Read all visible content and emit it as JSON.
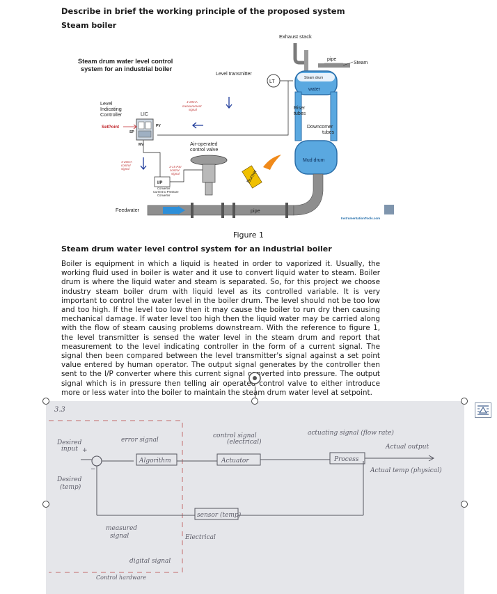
{
  "document": {
    "heading": "Describe in brief the working principle of the proposed system",
    "subheading": "Steam boiler",
    "figure_caption": "Figure 1",
    "figure_title": "Steam drum water level control system for an industrial boiler",
    "paragraph": "Boiler is equipment in which a liquid is heated in order to vaporized it. Usually, the working fluid used in boiler is water and it use to convert liquid water to steam. Boiler drum is where the liquid water and steam is separated. So, for this project we choose industry steam boiler drum with liquid level as its controlled variable. It is very important to control the water level in the boiler drum. The level should not be too low and too high. If the level too low then it may cause the boiler to run dry then causing mechanical damage. If water level too high then the liquid water may be carried along with the flow of steam causing problems downstream. With the reference to figure 1, the level transmitter is sensed the water level in the steam drum and report that measurement to the level indicating controller in the form of a current signal. The signal then been compared between the level transmitter's signal against a set point value entered by human operator. The output signal generates by the controller then sent to the I/P converter where this current signal converted into pressure. The output signal which is in pressure then telling air operated control valve to either introduce more or less water into the boiler to maintain the steam drum water level at setpoint."
  },
  "diagram": {
    "title_line1": "Steam drum water level control",
    "title_line2": "system for an industrial boiler",
    "exhaust_stack": "Exhaust stack",
    "pipe_top": "pipe",
    "steam": "Steam",
    "level_transmitter": "Level transmitter",
    "lt": "LT",
    "steam_drum": "Steam drum",
    "water": "water",
    "riser_tubes_1": "Riser",
    "riser_tubes_2": "tubes",
    "downcomer_1": "Downcomer",
    "downcomer_2": "tubes",
    "mud_drum": "Mud drum",
    "burner": "Burner",
    "lic_1": "Level",
    "lic_2": "Indicating",
    "lic_3": "Controller",
    "lic_tag": "LIC",
    "setpoint": "SetPoint",
    "sp": "SP",
    "pv": "PV",
    "mv": "MV",
    "meas_signal_1": "4-20mA",
    "meas_signal_2": "measurement",
    "meas_signal_3": "signal",
    "control_signal_1": "4-20mA",
    "control_signal_2": "control",
    "control_signal_3": "signal",
    "valve_1": "Air-operated",
    "valve_2": "control valve",
    "psi_1": "3-15 PSI",
    "psi_2": "control",
    "psi_3": "signal",
    "ip": "I/P",
    "converter": "Converter",
    "ctp_1": "Current to Pressure",
    "ctp_2": "Converter",
    "feedwater": "Feedwater",
    "pipe_bottom": "pipe",
    "brand": "InstrumentationTools.com"
  },
  "handwritten": {
    "section": "3.3",
    "desired_input_1": "Desired",
    "desired_input_2": "input",
    "plus": "+",
    "minus": "−",
    "desired_temp_1": "Desired",
    "desired_temp_2": "(temp)",
    "error_signal": "error signal",
    "algorithm": "Algorithm",
    "control_signal_1": "control signal",
    "control_signal_2": "(electrical)",
    "actuator": "Actuator",
    "actuating_signal": "actuating signal (flow rate)",
    "process": "Process",
    "actual_output": "Actual output",
    "actual_temp": "Actual temp (physical)",
    "sensor": "sensor (temp)",
    "electrical": "Electrical",
    "measured_1": "measured",
    "measured_2": "signal",
    "digital_signal": "digital signal",
    "control_hardware": "Control hardware"
  }
}
